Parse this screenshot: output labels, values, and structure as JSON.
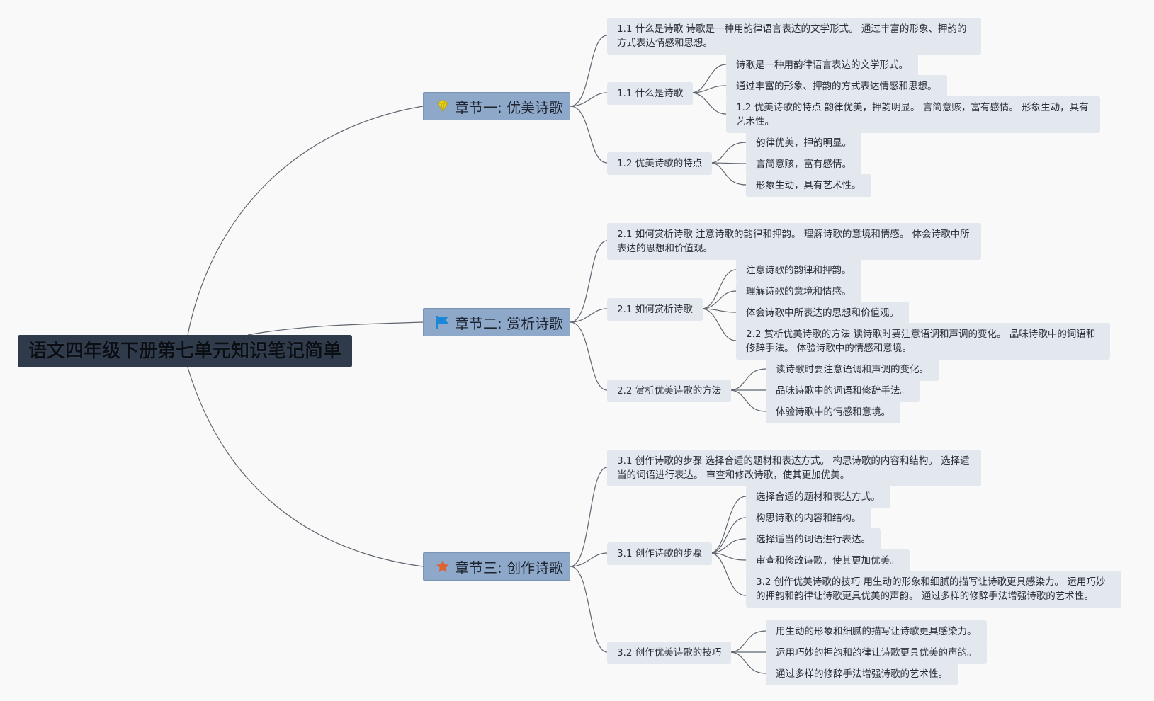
{
  "root": {
    "title": "语文四年级下册第七单元知识笔记简单"
  },
  "chapters": [
    {
      "title": "章节一: 优美诗歌",
      "icon": "diamond-icon",
      "icon_color": "#e8d31a",
      "summary": "1.1 什么是诗歌 诗歌是一种用韵律语言表达的文学形式。 通过丰富的形象、押韵的方式表达情感和思想。",
      "sections": [
        {
          "title": "1.1 什么是诗歌",
          "items": [
            "诗歌是一种用韵律语言表达的文学形式。",
            "通过丰富的形象、押韵的方式表达情感和思想。",
            "1.2 优美诗歌的特点 韵律优美，押韵明显。 言简意赅，富有感情。 形象生动，具有艺术性。"
          ]
        },
        {
          "title": "1.2 优美诗歌的特点",
          "items": [
            "韵律优美，押韵明显。",
            "言简意赅，富有感情。",
            "形象生动，具有艺术性。"
          ]
        }
      ]
    },
    {
      "title": "章节二: 赏析诗歌",
      "icon": "flag-icon",
      "icon_color": "#1d86d6",
      "summary": "2.1 如何赏析诗歌 注意诗歌的韵律和押韵。 理解诗歌的意境和情感。 体会诗歌中所表达的思想和价值观。",
      "sections": [
        {
          "title": "2.1 如何赏析诗歌",
          "items": [
            "注意诗歌的韵律和押韵。",
            "理解诗歌的意境和情感。",
            "体会诗歌中所表达的思想和价值观。",
            "2.2 赏析优美诗歌的方法 读诗歌时要注意语调和声调的变化。 品味诗歌中的词语和修辞手法。 体验诗歌中的情感和意境。"
          ]
        },
        {
          "title": "2.2 赏析优美诗歌的方法",
          "items": [
            "读诗歌时要注意语调和声调的变化。",
            "品味诗歌中的词语和修辞手法。",
            "体验诗歌中的情感和意境。"
          ]
        }
      ]
    },
    {
      "title": "章节三: 创作诗歌",
      "icon": "star-icon",
      "icon_color": "#e0602f",
      "summary": "3.1 创作诗歌的步骤 选择合适的题材和表达方式。 构思诗歌的内容和结构。 选择适当的词语进行表达。 审查和修改诗歌，使其更加优美。",
      "sections": [
        {
          "title": "3.1 创作诗歌的步骤",
          "items": [
            "选择合适的题材和表达方式。",
            "构思诗歌的内容和结构。",
            "选择适当的词语进行表达。",
            "审查和修改诗歌，使其更加优美。",
            "3.2 创作优美诗歌的技巧 用生动的形象和细腻的描写让诗歌更具感染力。 运用巧妙的押韵和韵律让诗歌更具优美的声韵。 通过多样的修辞手法增强诗歌的艺术性。"
          ]
        },
        {
          "title": "3.2 创作优美诗歌的技巧",
          "items": [
            "用生动的形象和细腻的描写让诗歌更具感染力。",
            "运用巧妙的押韵和韵律让诗歌更具优美的声韵。",
            "通过多样的修辞手法增强诗歌的艺术性。"
          ]
        }
      ]
    }
  ]
}
